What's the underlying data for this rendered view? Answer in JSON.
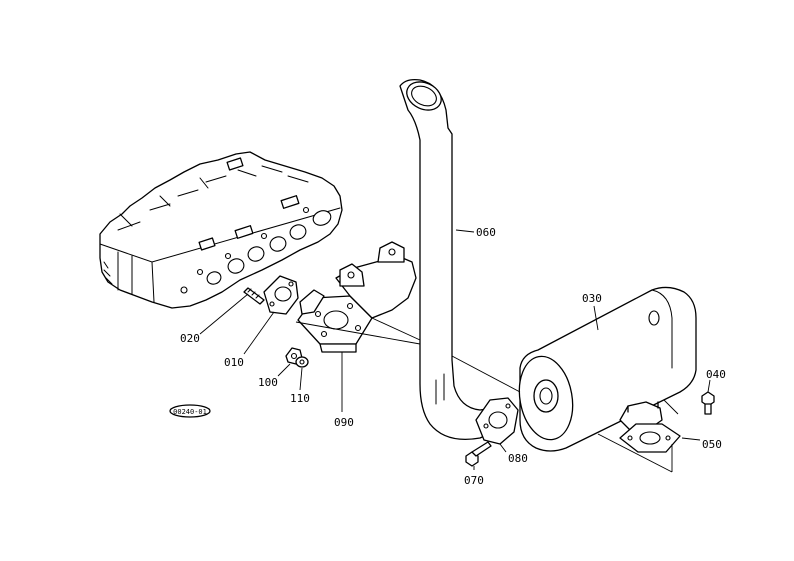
{
  "diagram_id": "00240-01",
  "labels": {
    "p010": "010",
    "p020": "020",
    "p030": "030",
    "p040": "040",
    "p050": "050",
    "p060": "060",
    "p070": "070",
    "p080": "080",
    "p090": "090",
    "p100": "100",
    "p110": "110"
  },
  "colors": {
    "ink": "#000000",
    "paper": "#ffffff"
  }
}
